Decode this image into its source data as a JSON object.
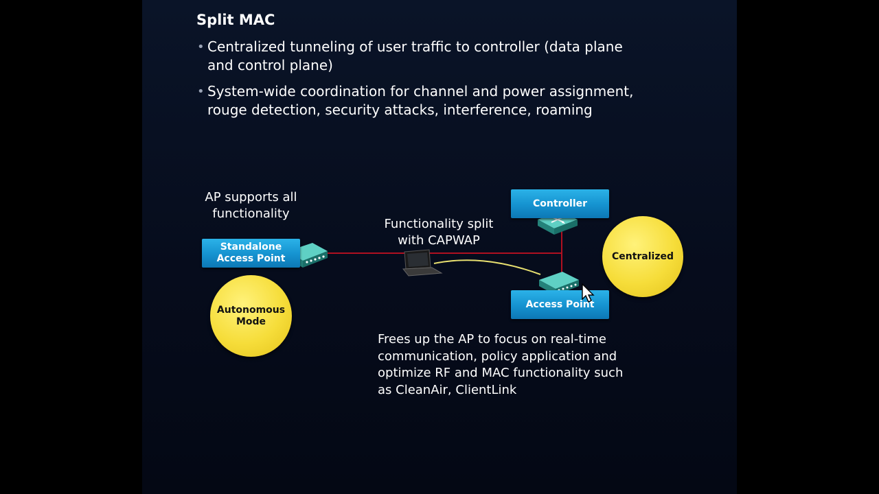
{
  "slide": {
    "title": "Split MAC",
    "bullets": [
      {
        "line1": "Centralized tunneling of user traffic to controller (data plane",
        "line2": "and control plane)"
      },
      {
        "line1": "System-wide coordination for channel and power assignment,",
        "line2": "rouge detection, security attacks, interference, roaming"
      }
    ]
  },
  "diagram": {
    "ap_supports": {
      "line1": "AP supports all",
      "line2": "functionality"
    },
    "standalone_ap": {
      "line1": "Standalone",
      "line2": "Access Point"
    },
    "autonomous": {
      "line1": "Autonomous",
      "line2": "Mode"
    },
    "split_label": {
      "line1": "Functionality split",
      "line2": "with CAPWAP"
    },
    "controller": "Controller",
    "access_point": "Access Point",
    "centralized": "Centralized",
    "note": {
      "line1": "Frees up the AP to focus on real-time",
      "line2": "communication, policy application and",
      "line3": "optimize RF and MAC functionality such",
      "line4": "as CleanAir, ClientLink"
    }
  },
  "colors": {
    "box_blue": "#1592cf",
    "circle_yellow": "#f6dd3a",
    "link_red": "#b01020",
    "wireless_yellow": "#e8e070",
    "device_teal": "#2f8f87"
  }
}
